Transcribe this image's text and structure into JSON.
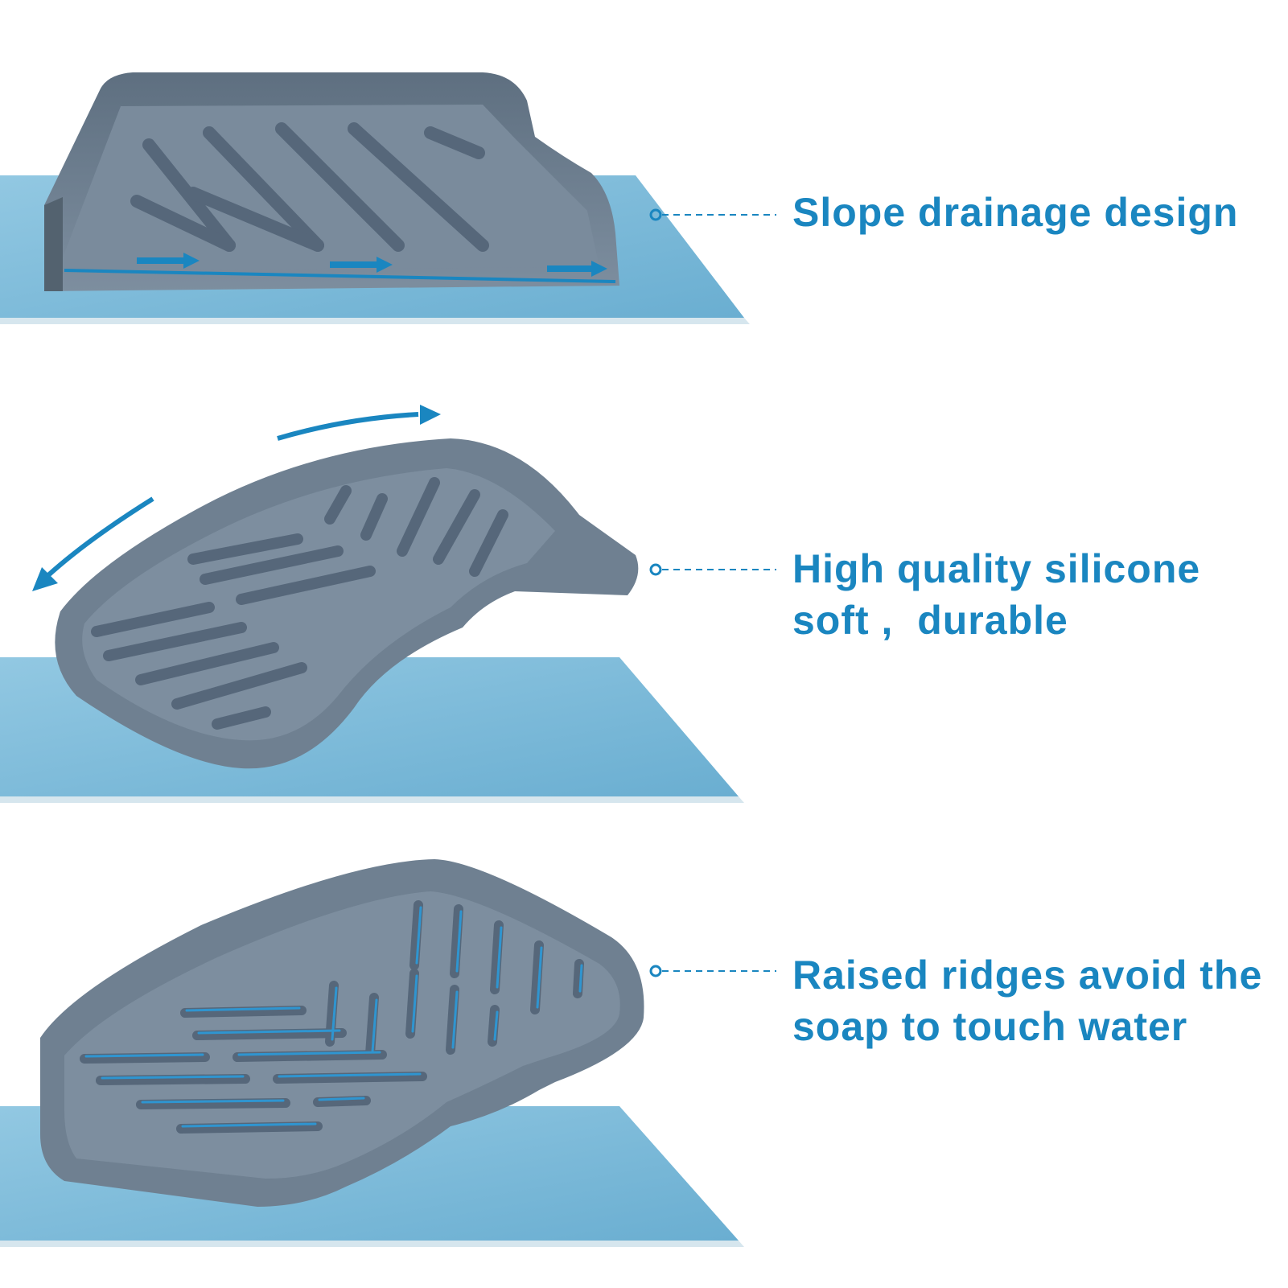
{
  "colors": {
    "accent": "#1a86c0",
    "tray": "#6f8091",
    "tray_dark": "#4d5c6b",
    "mat": "#7fbbd9"
  },
  "features": [
    {
      "lines": [
        "Slope drainage design"
      ]
    },
    {
      "lines": [
        "High quality silicone",
        "soft ,  durable"
      ]
    },
    {
      "lines": [
        "Raised ridges avoid the",
        "soap to touch water"
      ]
    }
  ]
}
